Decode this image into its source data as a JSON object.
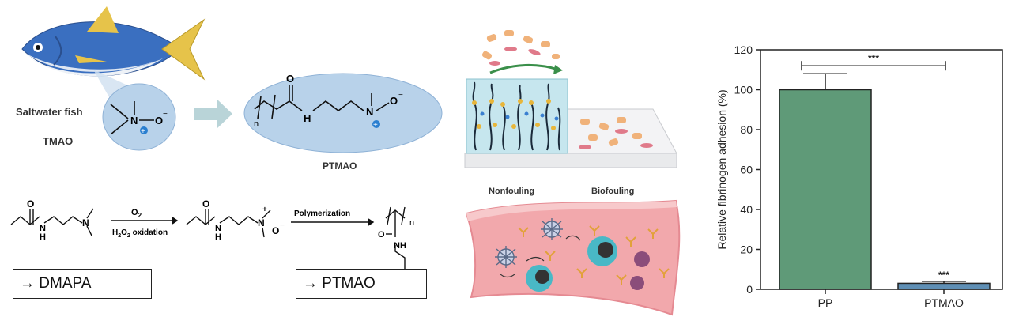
{
  "scheme": {
    "fish_label": "Saltwater fish",
    "tmao_label": "TMAO",
    "ptmao_label": "PTMAO",
    "atoms": {
      "oxygen": "O",
      "nitrogen": "N",
      "hydrogen": "H",
      "n_subscript": "n",
      "plus": "+",
      "minus": "−",
      "nh": "NH"
    },
    "reaction": {
      "reagent_top": "O",
      "reagent_top_sub": "2",
      "reagent_bottom": "H",
      "reagent_bottom_sub1": "2",
      "reagent_bottom_mid": "O",
      "reagent_bottom_sub2": "2",
      "reagent_bottom_tail": " oxidation",
      "polymerization": "Polymerization"
    },
    "box_dmapa": "→ DMAPA",
    "box_ptmao": "→ PTMAO"
  },
  "surface": {
    "nonfouling": "Nonfouling",
    "biofouling": "Biofouling"
  },
  "colors": {
    "bar_pp": "#5f9a78",
    "bar_ptmao": "#5f8fb5",
    "fish_blue": "#3a6fc0",
    "fish_yellow": "#e6c34a",
    "vessel": "#f2a8ac",
    "cell": "#49b8c6"
  },
  "chart_data": {
    "type": "bar",
    "categories": [
      "PP",
      "PTMAO"
    ],
    "values": [
      100,
      3
    ],
    "errors": [
      8,
      1
    ],
    "ylabel": "Relative fibrinogen adhesion (%)",
    "ylim": [
      0,
      120
    ],
    "yticks": [
      "0",
      "20",
      "40",
      "60",
      "80",
      "100",
      "120"
    ],
    "significance": "***",
    "bar_annotations": [
      "",
      "***"
    ]
  }
}
